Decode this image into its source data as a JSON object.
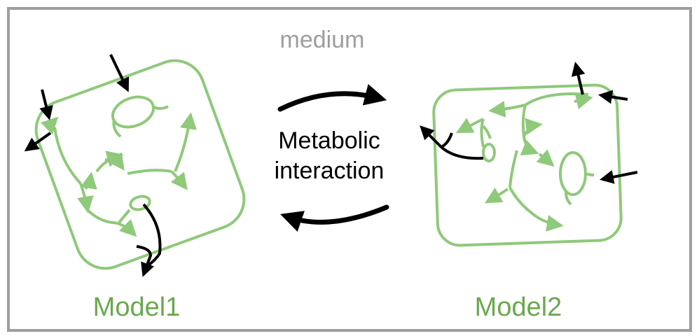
{
  "labels": {
    "medium": "medium",
    "model1": "Model1",
    "model2": "Model2",
    "interaction_line1": "Metabolic",
    "interaction_line2": "interaction"
  },
  "colors": {
    "frame": "#9e9e9e",
    "model": "#8fc97a",
    "model_label": "#6aa84f",
    "exchange_arrow": "#000000"
  }
}
